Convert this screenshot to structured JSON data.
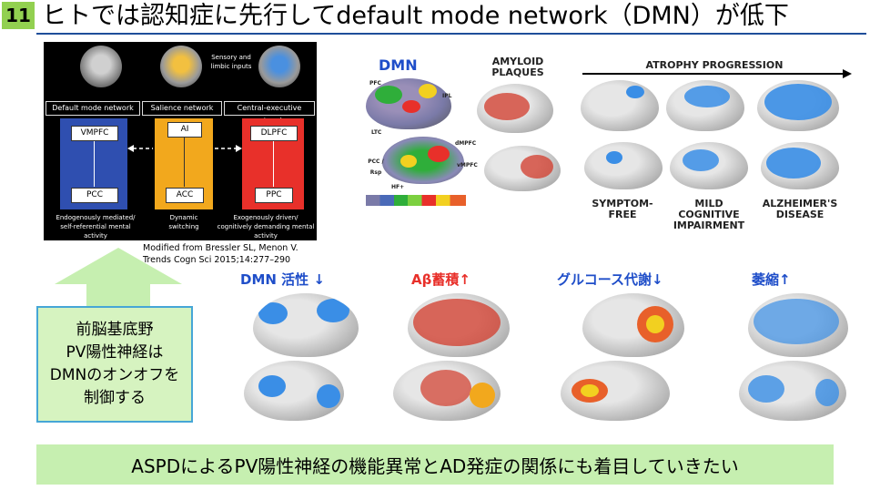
{
  "slide": {
    "number": "11",
    "title": "ヒトでは認知症に先行してdefault mode network（DMN）が低下"
  },
  "network_figure": {
    "caption_lines": [
      "Sensory and",
      "limbic inputs"
    ],
    "networks": [
      {
        "label": "Default mode network",
        "top_node": "VMPFC",
        "bottom_node": "PCC",
        "caption": [
          "Endogenously mediated/",
          "self-referential mental",
          "activity"
        ],
        "color": "#2f4fb0"
      },
      {
        "label": "Salience network",
        "top_node": "AI",
        "bottom_node": "ACC",
        "caption": [
          "Dynamic",
          "switching"
        ],
        "color": "#f2a81d"
      },
      {
        "label": "Central-executive network",
        "top_node": "DLPFC",
        "bottom_node": "PPC",
        "caption": [
          "Exogenously driven/",
          "cognitively demanding mental",
          "activity"
        ],
        "color": "#e8302a"
      }
    ],
    "citation_lines": [
      "Modified from Bressler SL, Menon V.",
      "Trends Cogn Sci 2015;14:277–290"
    ]
  },
  "top_figure": {
    "dmn_title": "DMN",
    "region_labels": [
      "PFC",
      "IPL",
      "LTC",
      "dMPFC",
      "PCC / Rsp",
      "vMPFC",
      "HF+"
    ],
    "amyloid_title": [
      "AMYLOID",
      "PLAQUES"
    ],
    "atrophy_title": "ATROPHY PROGRESSION",
    "stages": [
      "SYMPTOM-FREE",
      "MILD COGNITIVE IMPAIRMENT",
      "ALZHEIMER'S DISEASE"
    ]
  },
  "comparison_labels": [
    {
      "text": "DMN 活性 ↓",
      "color": "#1f4ec9"
    },
    {
      "text": "Aβ蓄積↑",
      "color": "#e8302a"
    },
    {
      "text": "グルコース代謝↓",
      "color": "#1f4ec9"
    },
    {
      "text": "萎縮↑",
      "color": "#1f4ec9"
    }
  ],
  "callout_lines": [
    "前脳基底野",
    "PV陽性神経は",
    "DMNのオンオフを",
    "制御する"
  ],
  "bottom_banner": "ASPDによるPV陽性神経の機能異常とAD発症の関係にも着目していきたい",
  "colors": {
    "accent_green": "#92d050",
    "callout_border": "#46a6d6",
    "blue_text": "#1f4ec9",
    "red_text": "#e8302a"
  }
}
